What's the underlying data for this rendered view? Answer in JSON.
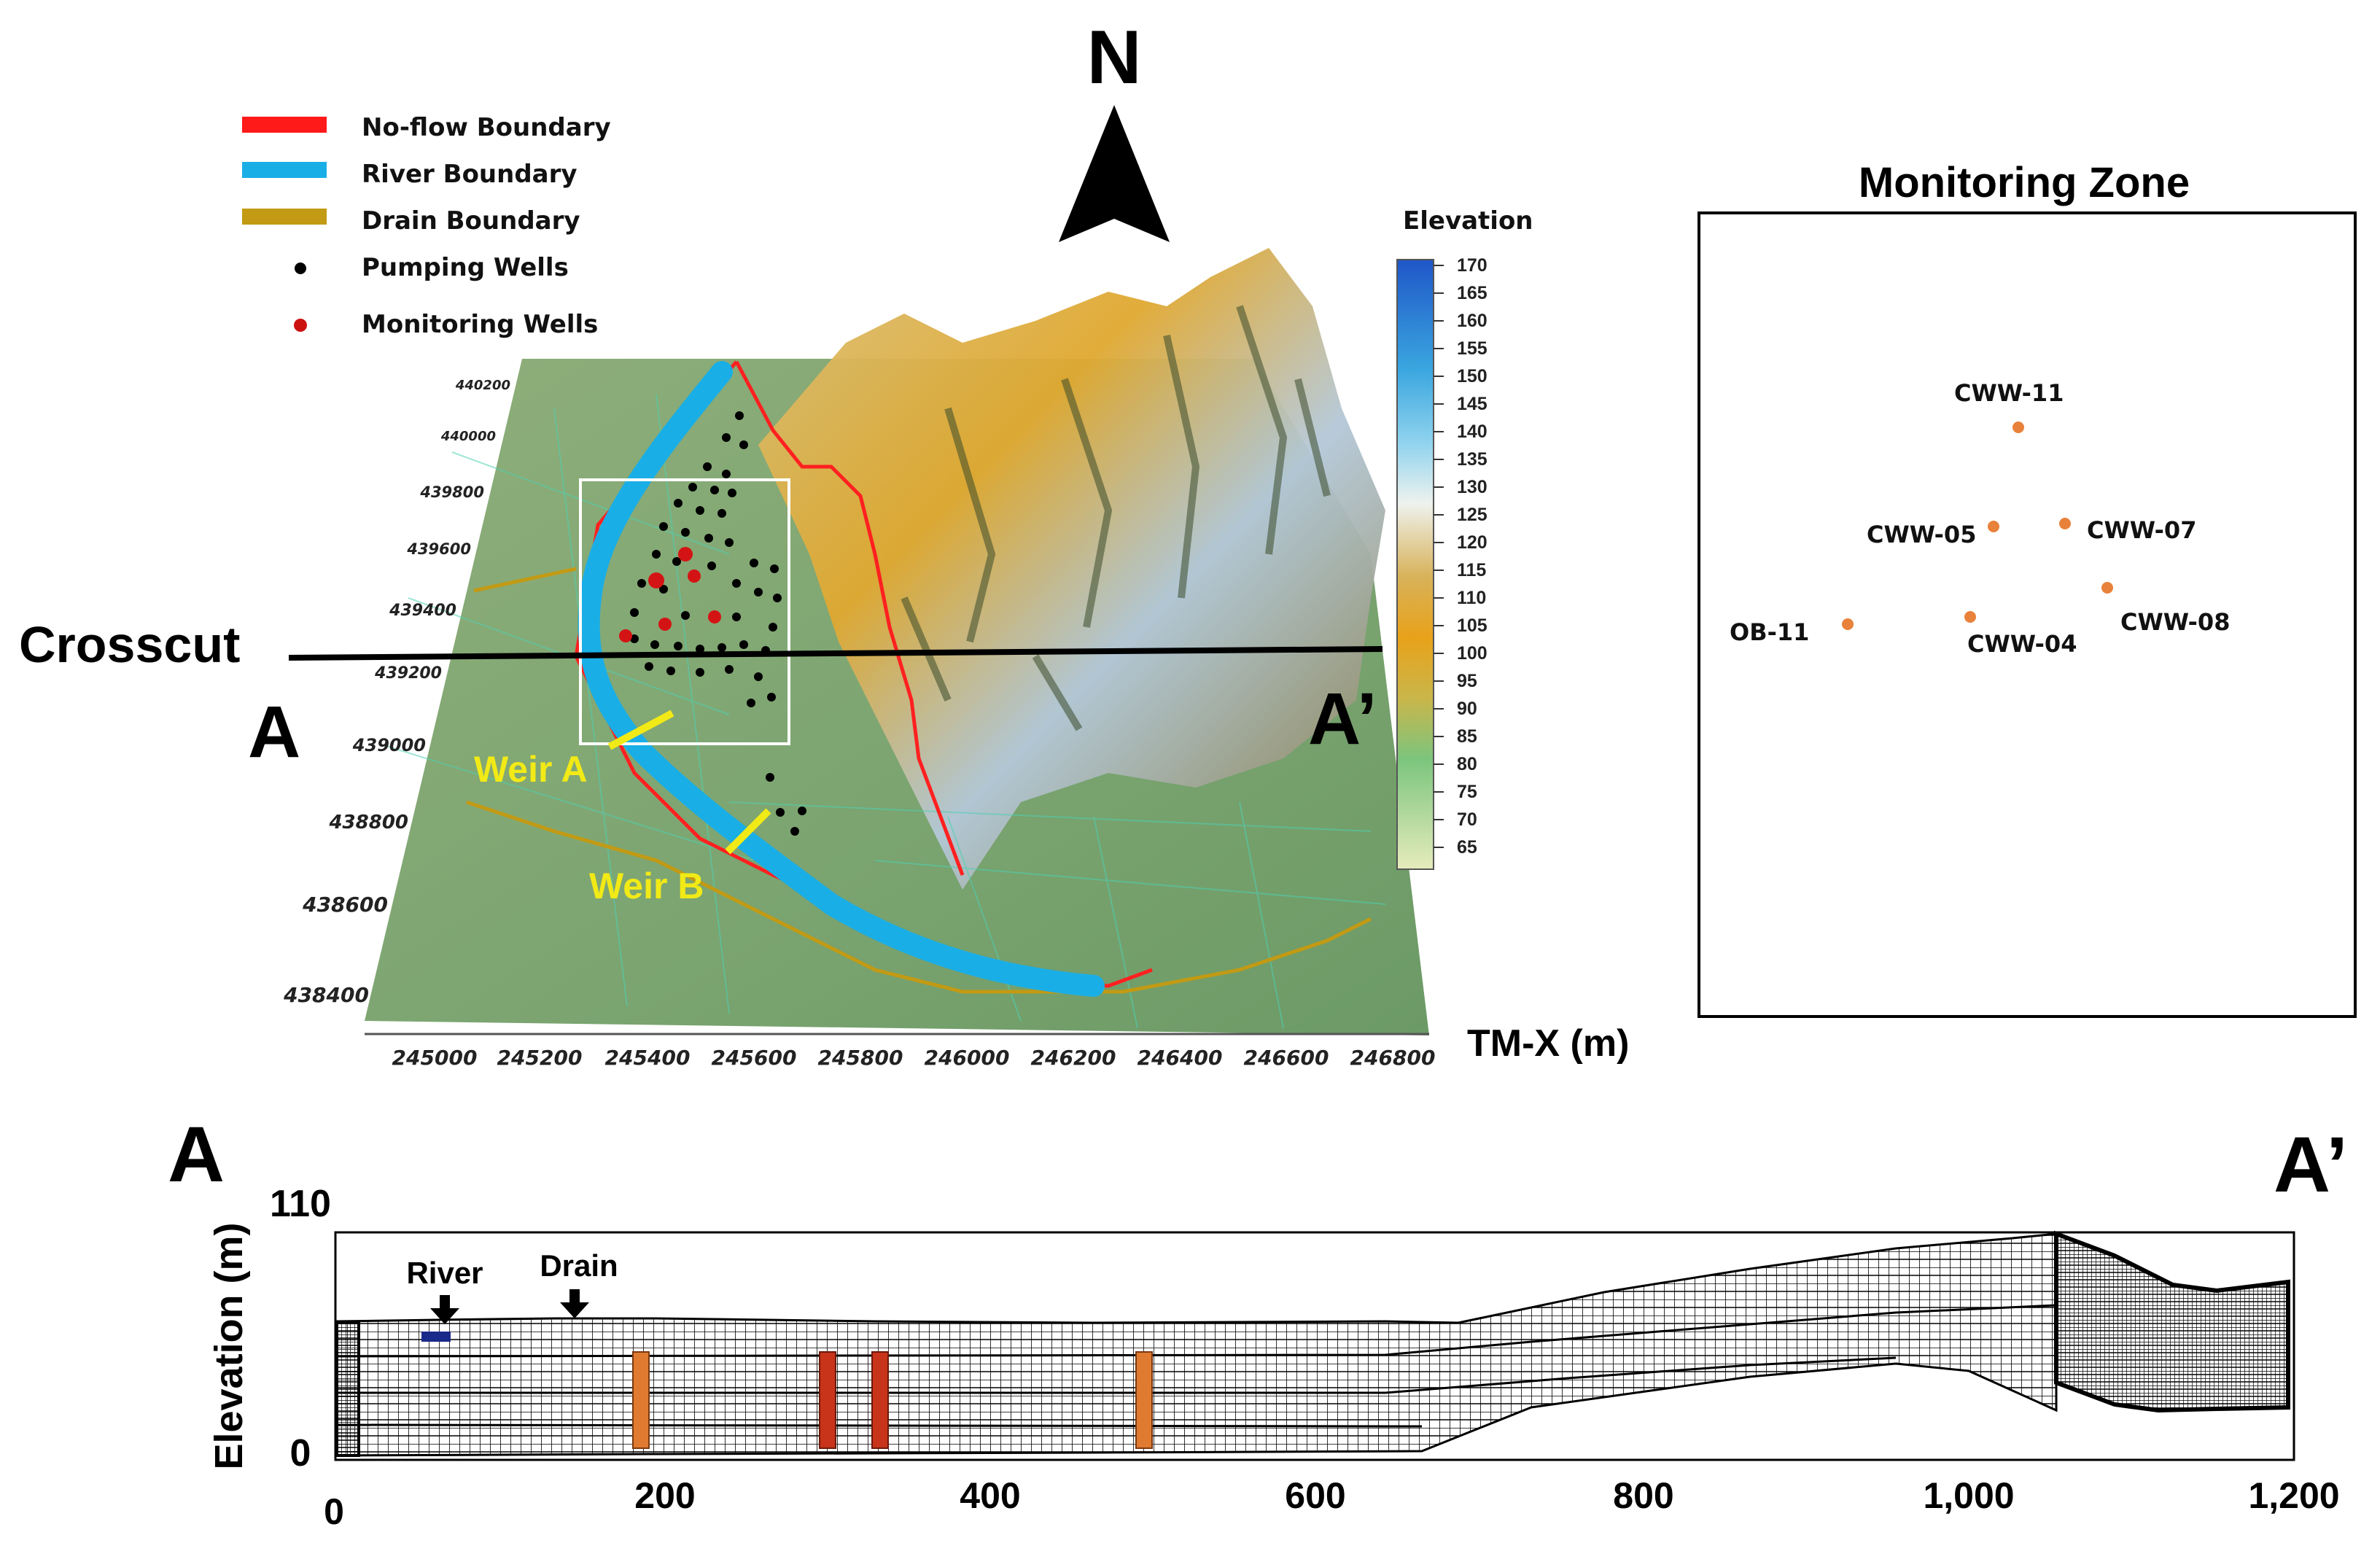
{
  "compass": {
    "label": "N"
  },
  "legend": {
    "items": [
      {
        "label": "No-flow Boundary",
        "color": "#ff1a1a",
        "kind": "line"
      },
      {
        "label": "River Boundary",
        "color": "#1aaee6",
        "kind": "line"
      },
      {
        "label": "Drain Boundary",
        "color": "#c29a14",
        "kind": "line"
      },
      {
        "label": "Pumping Wells",
        "color": "#000000",
        "kind": "dot"
      },
      {
        "label": "Monitoring Wells",
        "color": "#cc1111",
        "kind": "dot"
      }
    ]
  },
  "map": {
    "crosscut_label": "Crosscut",
    "section_start": "A",
    "section_end": "A’",
    "weir_a": "Weir A",
    "weir_b": "Weir B",
    "y_ticks": [
      "440200",
      "440000",
      "439800",
      "439600",
      "439400",
      "439200",
      "439000",
      "438800",
      "438600",
      "438400"
    ],
    "x_ticks": [
      "245000",
      "245200",
      "245400",
      "245600",
      "245800",
      "246000",
      "246200",
      "246400",
      "246600",
      "246800"
    ],
    "x_axis_label": "TM-X (m)"
  },
  "colorbar": {
    "title": "Elevation",
    "ticks": [
      "170",
      "165",
      "160",
      "155",
      "150",
      "145",
      "140",
      "135",
      "130",
      "125",
      "120",
      "115",
      "110",
      "105",
      "100",
      "95",
      "90",
      "85",
      "80",
      "75",
      "70",
      "65"
    ]
  },
  "monitoring_zone": {
    "title": "Monitoring Zone",
    "wells": [
      "CWW-11",
      "CWW-05",
      "CWW-07",
      "CWW-08",
      "OB-11",
      "CWW-04"
    ],
    "well_color": "#e8823a"
  },
  "cross_section": {
    "label_start": "A",
    "label_end": "A’",
    "y_label": "Elevation (m)",
    "y_max_label": "110",
    "y_min_label": "0",
    "x_ticks": [
      "0",
      "200",
      "400",
      "600",
      "800",
      "1,000",
      "1,200"
    ],
    "river_label": "River",
    "drain_label": "Drain"
  }
}
